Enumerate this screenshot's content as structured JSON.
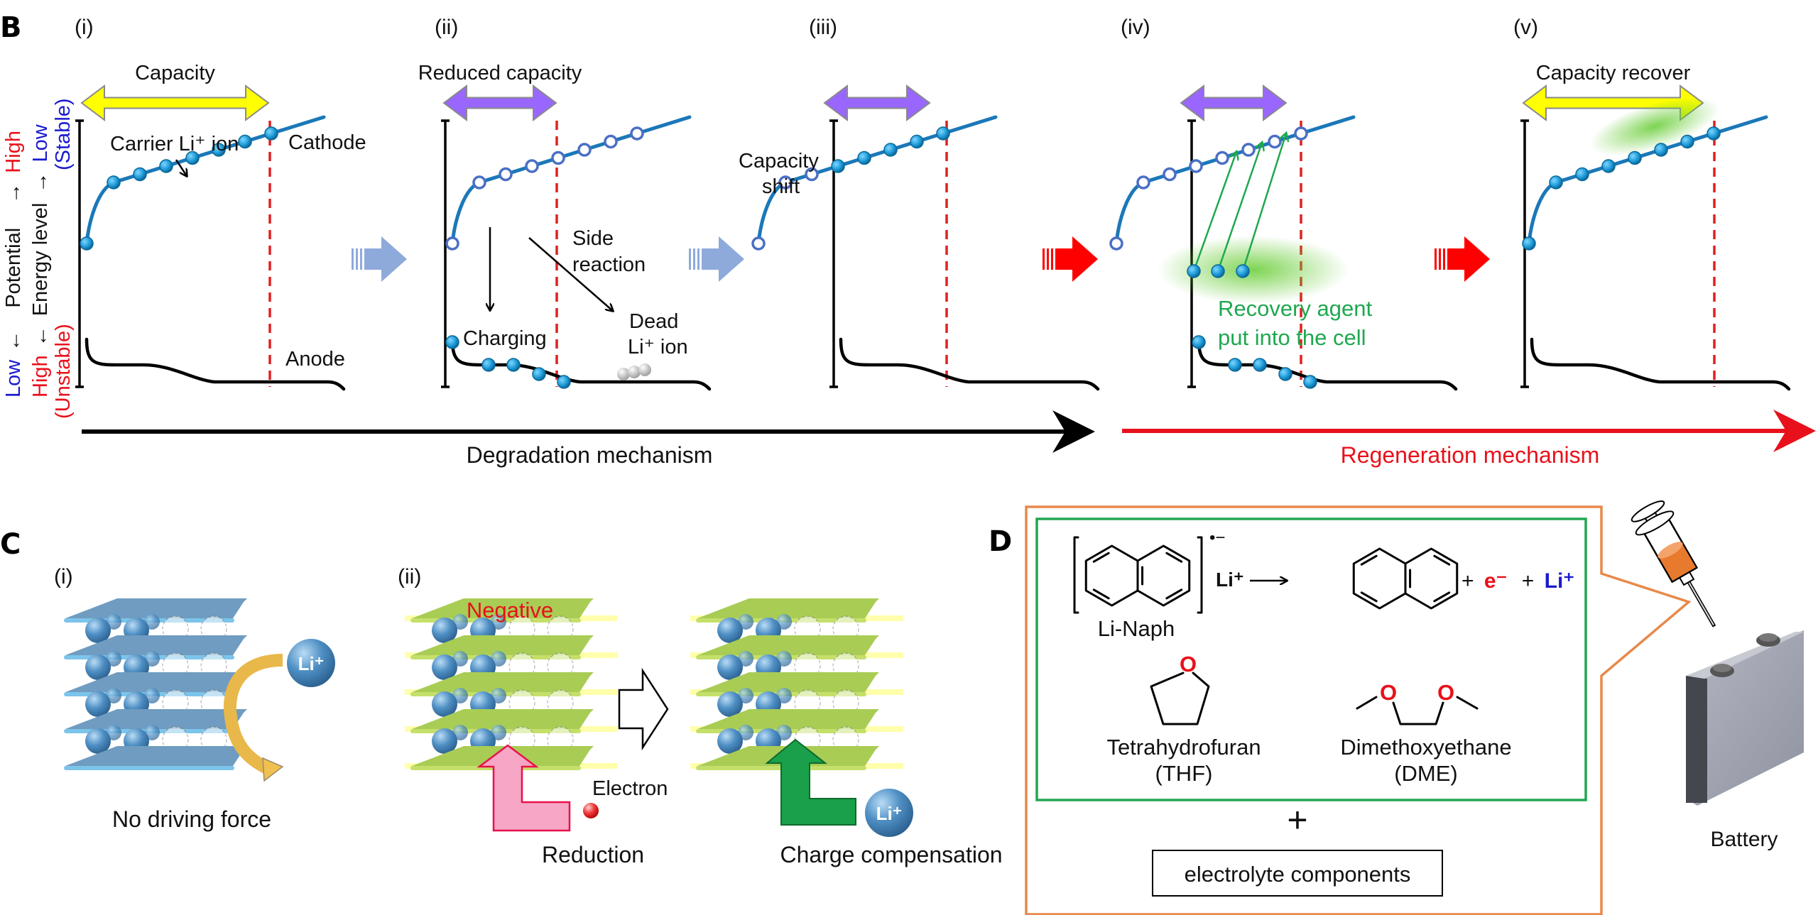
{
  "panel_B": {
    "letter": "B",
    "y_axis": {
      "potential": {
        "low": "Low",
        "arrow_down": "←",
        "label": "Potential",
        "arrow_up": "→",
        "high": "High"
      },
      "energy": {
        "high": "High",
        "arrow_down": "←",
        "label": "Energy level",
        "arrow_up": "→",
        "low": "Low"
      },
      "stability": {
        "unstable": "(Unstable)",
        "stable": "(Stable)"
      }
    },
    "stages": [
      {
        "id": "(i)",
        "capacity_label": "Capacity",
        "capacity_color": "#ffff00",
        "annotations": {
          "carrier": "Carrier Li⁺ ion",
          "cathode": "Cathode",
          "anode": "Anode"
        }
      },
      {
        "id": "(ii)",
        "capacity_label": "Reduced capacity",
        "capacity_color": "#9966ff",
        "annotations": {
          "charging": "Charging",
          "side_reaction_1": "Side",
          "side_reaction_2": "reaction",
          "dead_1": "Dead",
          "dead_2": "Li⁺ ion"
        }
      },
      {
        "id": "(iii)",
        "capacity_label": "",
        "capacity_color": "#9966ff",
        "annotations": {
          "shift_1": "Capacity",
          "shift_2": "shift"
        }
      },
      {
        "id": "(iv)",
        "capacity_label": "",
        "capacity_color": "#9966ff",
        "annotations": {
          "agent_1": "Recovery agent",
          "agent_2": "put into the cell"
        }
      },
      {
        "id": "(v)",
        "capacity_label": "Capacity recover",
        "capacity_color": "#ffff00",
        "annotations": {}
      }
    ],
    "mechanisms": {
      "degradation": {
        "label": "Degradation mechanism",
        "color": "#000000"
      },
      "regeneration": {
        "label": "Regeneration mechanism",
        "color": "#e8111b"
      }
    },
    "colors": {
      "degradation_arrow": "#8eaadb",
      "regeneration_arrow": "#ff0000",
      "recovery_text": "#1fa84f",
      "high_text": "#e8111b",
      "low_text": "#1a1ad0"
    }
  },
  "panel_C": {
    "letter": "C",
    "sub_i": {
      "id": "(i)",
      "caption": "No driving force",
      "ion_label": "Li⁺"
    },
    "sub_ii": {
      "id": "(ii)",
      "negative_label": "Negative",
      "electron_label": "Electron",
      "reduction_caption": "Reduction",
      "compensation_caption": "Charge compensation",
      "ion_label": "Li⁺"
    }
  },
  "panel_D": {
    "letter": "D",
    "reaction": {
      "reagent_name": "Li-Naph",
      "radical_charge": "•−",
      "counter_ion": "Li⁺",
      "plus_1": "+",
      "electron": "e⁻",
      "plus_2": "+",
      "product_ion": "Li⁺"
    },
    "solvents": [
      {
        "name": "Tetrahydrofuran",
        "abbr": "(THF)"
      },
      {
        "name": "Dimethoxyethane",
        "abbr": "(DME)"
      }
    ],
    "oxygen": "O",
    "plus": "+",
    "electrolyte_box": "electrolyte components",
    "battery_label": "Battery",
    "colors": {
      "outer_border": "#e8894a",
      "inner_border": "#22a552",
      "syringe_fluid": "#e87a2e"
    }
  }
}
